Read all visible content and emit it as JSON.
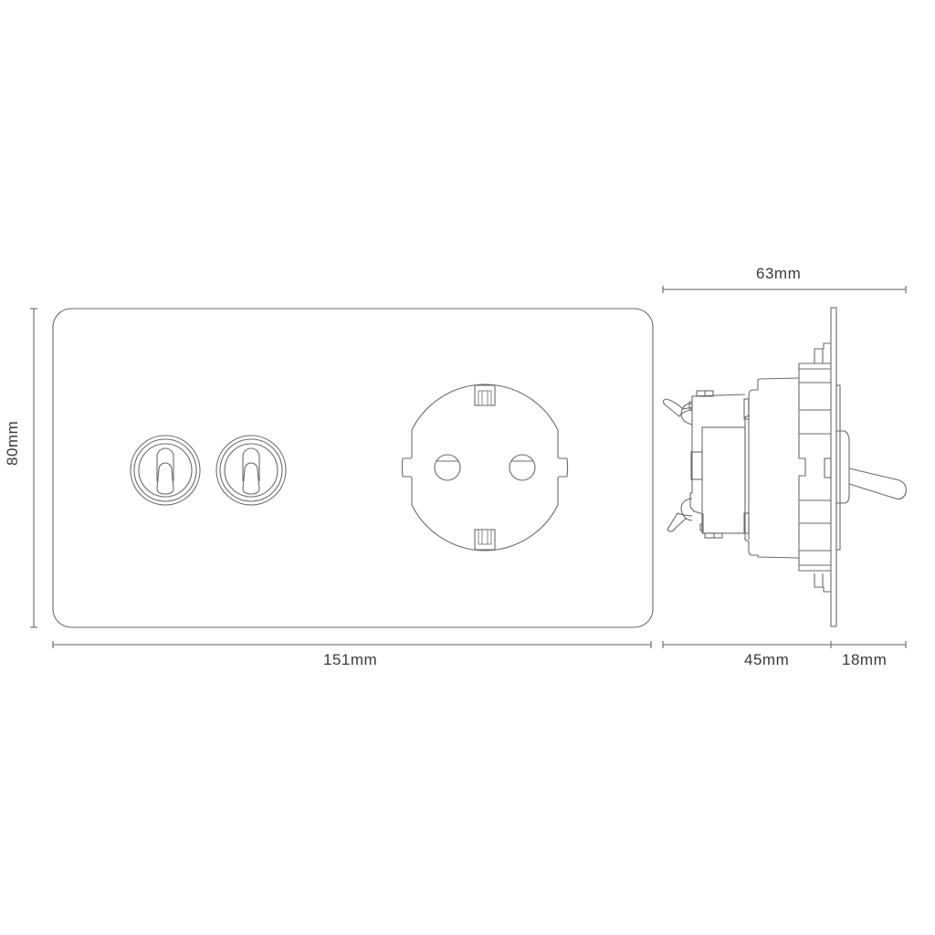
{
  "drawing": {
    "title": "Double toggle switch and Schuko socket plate - technical drawing",
    "line_color": "#6a6a6a",
    "background": "#ffffff",
    "views": {
      "front": {
        "plate": {
          "shape": "rounded-rectangle"
        },
        "components": [
          {
            "type": "toggle-switch",
            "label": "Toggle switch 1"
          },
          {
            "type": "toggle-switch",
            "label": "Toggle switch 2"
          },
          {
            "type": "schuko-socket",
            "label": "Schuko socket"
          }
        ]
      },
      "side": {
        "components": [
          "plate",
          "toggle-lever",
          "mechanism-body",
          "terminal-wings"
        ]
      }
    },
    "dimensions": {
      "width": "151mm",
      "height": "80mm",
      "total_depth": "63mm",
      "body_depth": "45mm",
      "front_depth": "18mm"
    }
  }
}
